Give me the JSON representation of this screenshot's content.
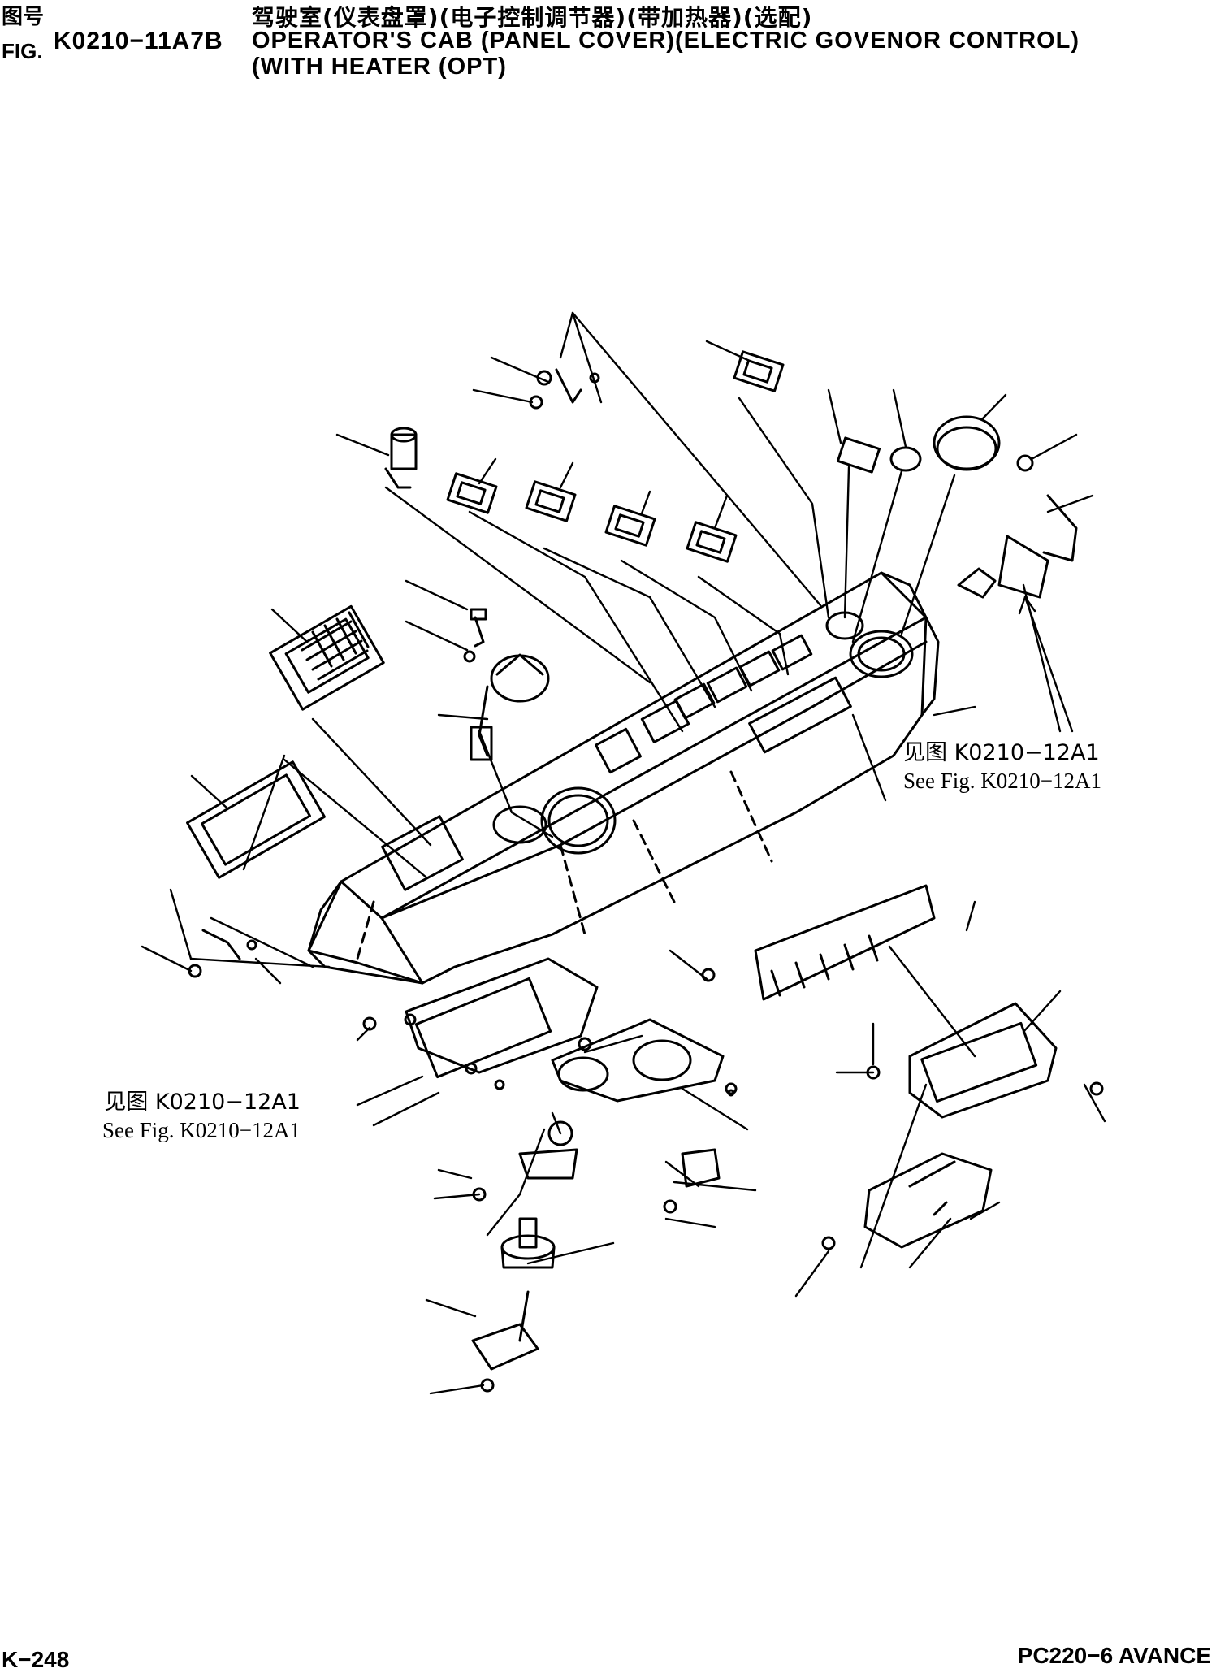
{
  "header": {
    "fig_label_cn": "图号",
    "fig_label_en": "FIG.",
    "fig_number": "K0210−11A7B",
    "title_cn": "驾驶室(仪表盘罩)(电子控制调节器)(带加热器)(选配)",
    "title_en_line1": "OPERATOR'S CAB (PANEL COVER)(ELECTRIC GOVENOR CONTROL)",
    "title_en_line2": "(WITH HEATER (OPT)"
  },
  "references": {
    "right": {
      "cn": "见图 K0210−12A1",
      "en": "See Fig. K0210−12A1"
    },
    "left": {
      "cn": "见图 K0210−12A1",
      "en": "See Fig. K0210−12A1"
    }
  },
  "footer": {
    "page_number": "K−248",
    "model": "PC220−6 AVANCE"
  }
}
